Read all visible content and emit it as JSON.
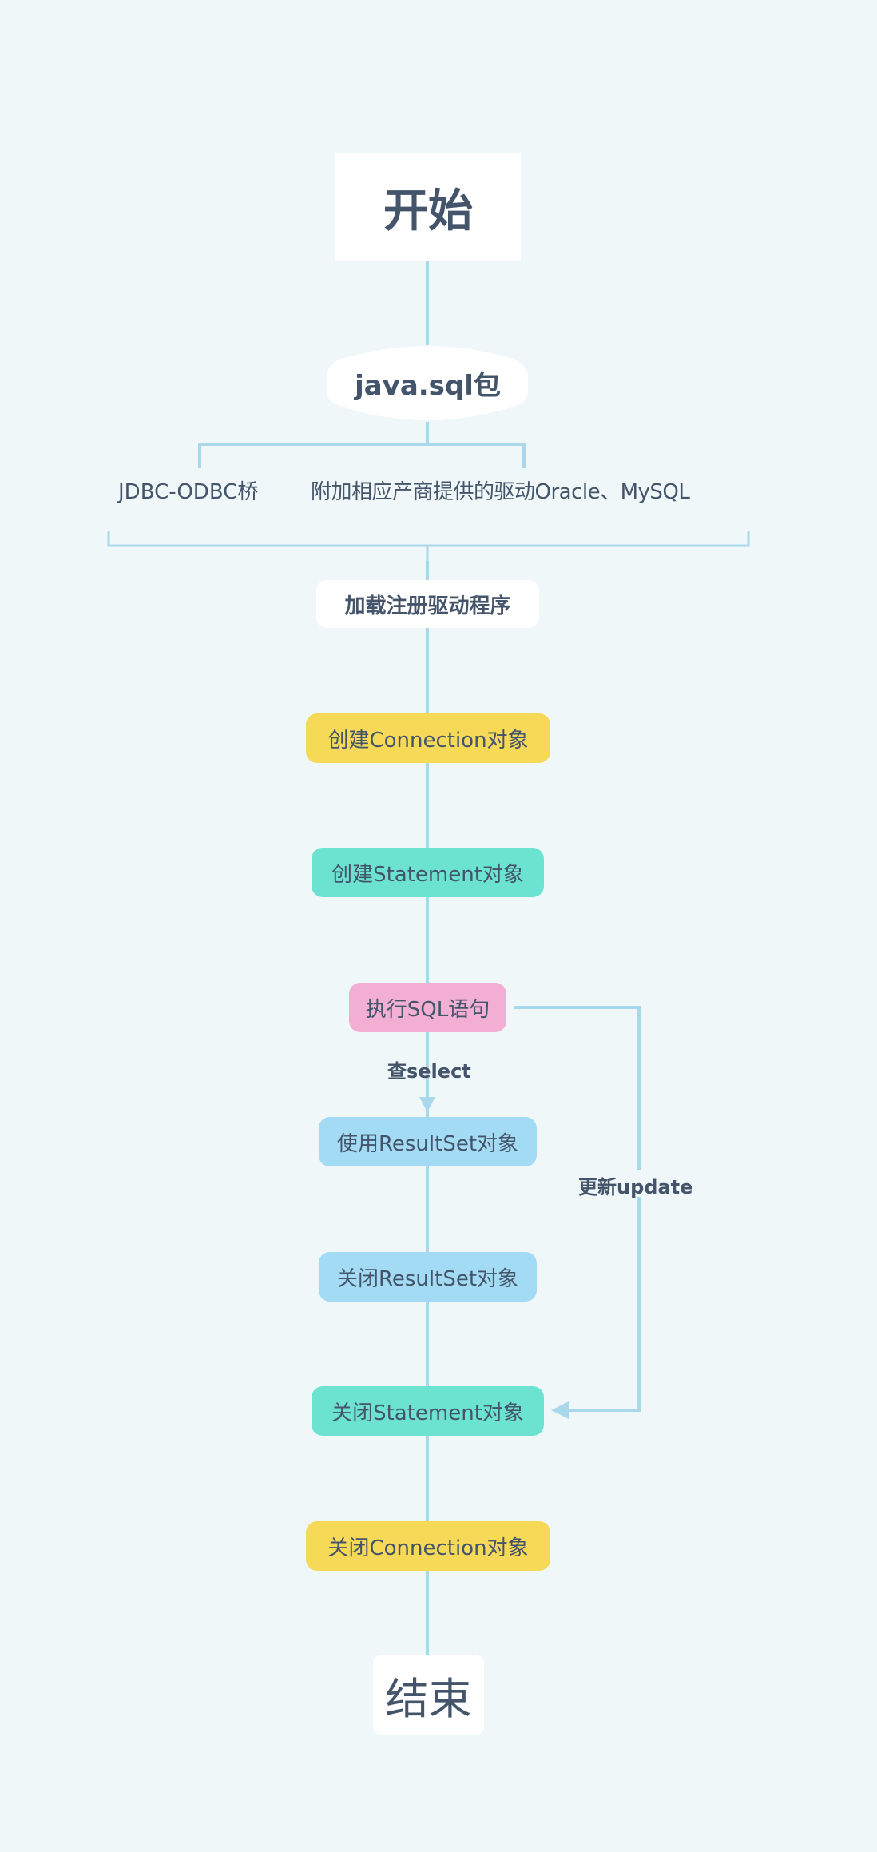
{
  "nodes": {
    "start": "开始",
    "package": "java.sql包",
    "branch_left": "JDBC-ODBC桥",
    "branch_right": "附加相应产商提供的驱动Oracle、MySQL",
    "load_driver": "加载注册驱动程序",
    "create_connection": "创建Connection对象",
    "create_statement": "创建Statement对象",
    "execute_sql": "执行SQL语句",
    "use_resultset": "使用ResultSet对象",
    "close_resultset": "关闭ResultSet对象",
    "close_statement": "关闭Statement对象",
    "close_connection": "关闭Connection对象",
    "end": "结束"
  },
  "edge_labels": {
    "select": "查select",
    "update": "更新update"
  },
  "colors": {
    "background": "#eff7f9",
    "line": "#a8d8ea",
    "text": "#44546a",
    "white": "#ffffff",
    "yellow": "#f6d957",
    "teal": "#6ce3d1",
    "pink": "#f3aed3",
    "blue": "#a2dbf3"
  }
}
